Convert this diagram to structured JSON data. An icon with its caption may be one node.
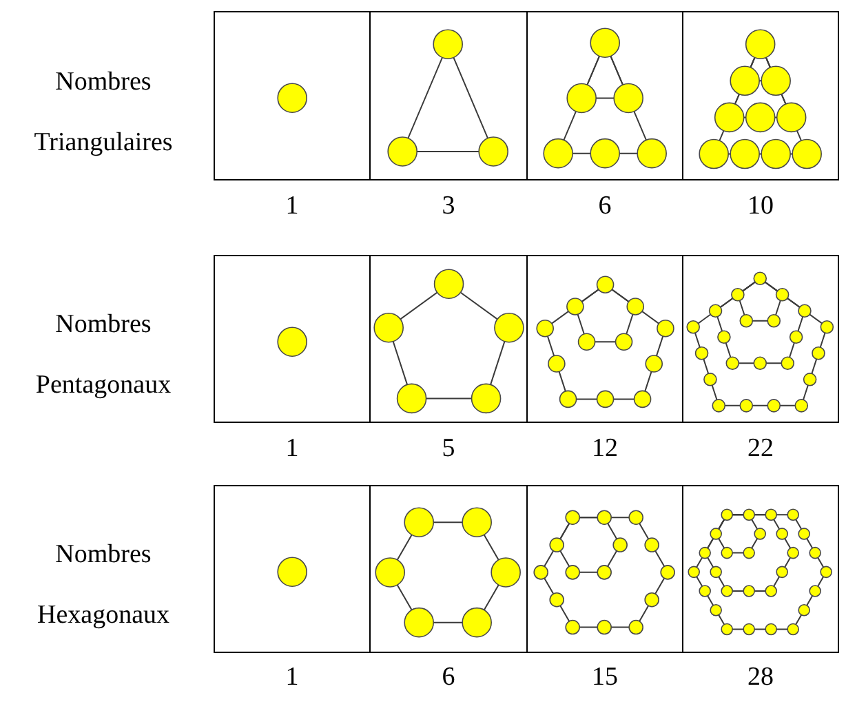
{
  "diagram": {
    "labels": [
      "Nombres Triangulaires",
      "1",
      "3",
      "6",
      "10",
      "Nombres Pentagonaux",
      "1",
      "5",
      "12",
      "22",
      "Nombres Hexagonaux",
      "1",
      "6",
      "15",
      "28"
    ]
  }
}
